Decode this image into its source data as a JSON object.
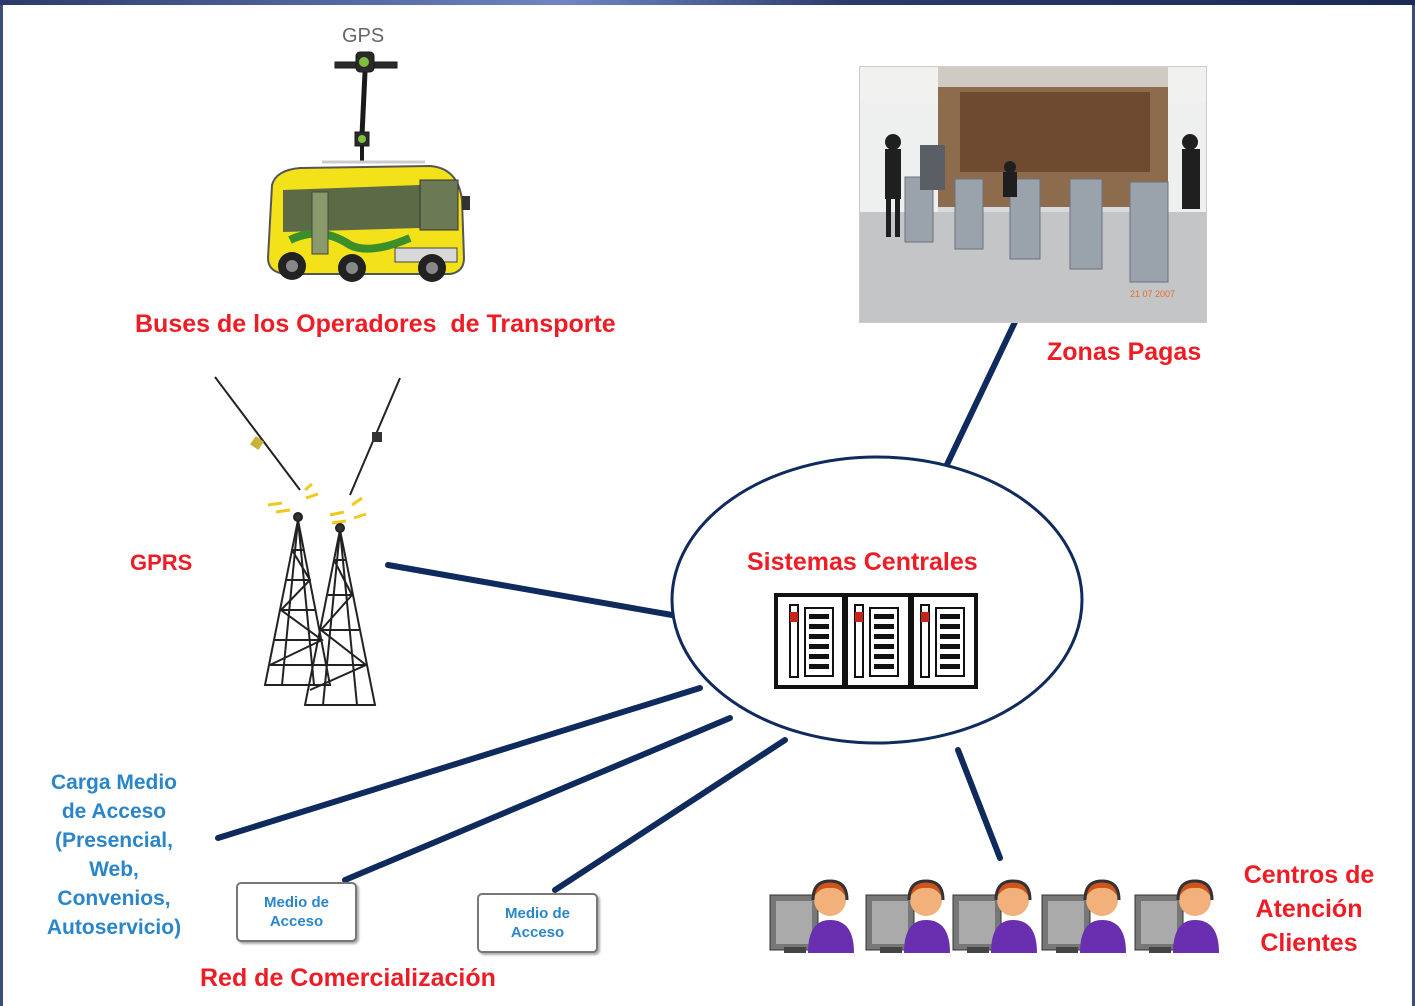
{
  "gps_label": "GPS",
  "buses_label": "Buses de los Operadores  de Transporte",
  "zonas_label": "Zonas Pagas",
  "gprs_label": "GPRS",
  "central_label": "Sistemas Centrales",
  "carga": {
    "line1": "Carga Medio",
    "line2": "de Acceso",
    "line3": "(Presencial,",
    "line4": "Web,",
    "line5": "Convenios,",
    "line6": "Autoservicio)"
  },
  "medio1": {
    "line1": "Medio de",
    "line2": "Acceso"
  },
  "medio2": {
    "line1": "Medio de",
    "line2": "Acceso"
  },
  "red_label": "Red de Comercialización",
  "centros": {
    "line1": "Centros de",
    "line2": "Atención",
    "line3": "Clientes"
  },
  "colors": {
    "red_text": "#ee1c25",
    "blue_text": "#2a86c8",
    "link": "#0f2a5c"
  },
  "icons": [
    "gps-antenna-icon",
    "bus-icon",
    "gprs-tower-icon",
    "server-rack-icon",
    "call-center-agent-icon",
    "turnstile-photo"
  ]
}
